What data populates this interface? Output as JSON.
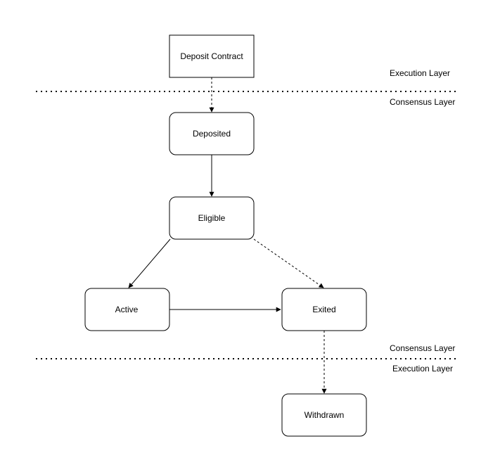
{
  "nodes": {
    "deposit_contract": "Deposit Contract",
    "deposited": "Deposited",
    "eligible": "Eligible",
    "active": "Active",
    "exited": "Exited",
    "withdrawn": "Withdrawn"
  },
  "layers": {
    "top_execution": "Execution Layer",
    "top_consensus": "Consensus Layer",
    "bottom_consensus": "Consensus Layer",
    "bottom_execution": "Execution Layer"
  },
  "colors": {
    "stroke": "#000000",
    "fill": "#ffffff"
  }
}
